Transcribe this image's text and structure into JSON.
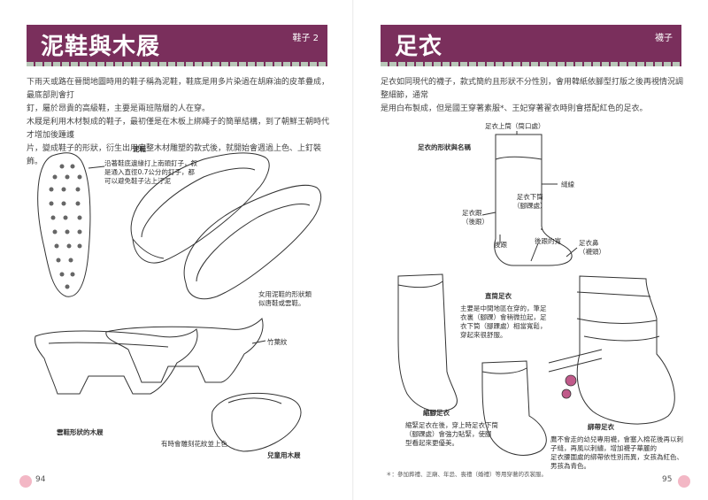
{
  "left": {
    "title": "泥鞋與木屐",
    "tag": "鞋子 2",
    "para1_line1": "下雨天或路在晉間地圖時用的鞋子稱為泥鞋，鞋底是用多片染過在胡麻油的皮革疊成，最底部則會打",
    "para1_line2": "釘，屬於昂貴的高級鞋，主要是兩班階層的人在穿。",
    "para2_line1": "木屐是利用木材製成的鞋子，最初僅是在木板上綁繩子的簡單結構，到了朝鮮王朝時代才增加後踵護",
    "para2_line2": "片，變成鞋子的形狀，衍生出用完整木材雕塑的款式後，就開始會週過上色、上釘裝飾。",
    "label_nixie": "泥鞋",
    "label_nixie_desc_1": "沿著鞋底邊緣打上南頭釘子，叙",
    "label_nixie_desc_2": "是通入直徑0.7公分的釘子，都",
    "label_nixie_desc_3": "可以避免鞋子沾上汙泥",
    "label_shape_1": "女用泥鞋的形狀類",
    "label_shape_2": "似唐鞋或雲鞋。",
    "label_bamboo": "竹葉紋",
    "label_cloud": "雲鞋形狀的木屐",
    "label_color": "有時會雕刻花紋並上色",
    "label_child": "兒童用木屐",
    "page_number": "94"
  },
  "right": {
    "title": "足衣",
    "tag": "襪子",
    "para1_line1": "足衣如同現代的襪子，款式簡約且形狀不分性別，會用韓紙依腳型打版之後再視情況調整細節，通常",
    "para1_line2": "是用白布製成，但是國王穿著素服*、王妃穿著翟衣時則會搭配紅色的足衣。",
    "label_shape_name": "足衣的形狀與名稱",
    "label_top": "足衣上筒（筒口處）",
    "label_lower_1": "足衣下筒",
    "label_lower_2": "（腳踝處）",
    "label_seam": "縫線",
    "label_back_1": "足衣跟",
    "label_back_2": "（後跟）",
    "label_heel": "後跟",
    "label_width": "後跟的寬",
    "label_toe_1": "足衣鼻",
    "label_toe_2": "（襪頭）",
    "label_straight": "直筒足衣",
    "label_straight_1": "主要是中間地區在穿的，筆足",
    "label_straight_2": "衣裏（腳踝）會稍微拉起，足",
    "label_straight_3": "衣下筒（腳踝處）相當寬鬆，",
    "label_straight_4": "穿起來很舒服。",
    "label_curved": "縮腳足衣",
    "label_curved_1": "縮緊足衣在後，穿上時足衣下筒",
    "label_curved_2": "（腳踝處）會強力貼緊，使腳",
    "label_curved_3": "型看起來更優美。",
    "label_tied": "綁帶足衣",
    "label_tied_1": "鷹不會走的幼兒專用襪，會塞入棉花後再以刺",
    "label_tied_2": "子縫，再風以刺繡，增加襪子華麗的",
    "label_tied_3": "足衣腰圍處的綁帶依性別而異，女孩為紅色、",
    "label_tied_4": "男孩為青色。",
    "footnote": "＊：參加葬禮、正廟、年忌、喪禮（婚禮）等用穿著的衣裳服。",
    "page_number": "95"
  },
  "colors": {
    "banner": "#7a2f5c",
    "banner_stripe": "#b9c8b9",
    "page_dot": "#f3b7c5",
    "line": "#333333"
  }
}
